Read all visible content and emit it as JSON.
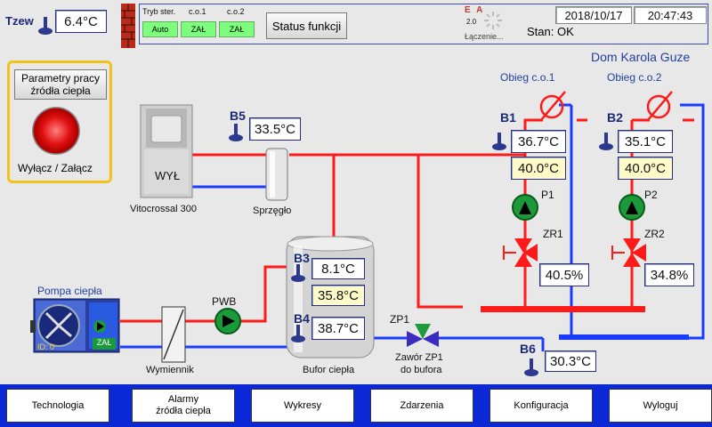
{
  "header": {
    "tzew_label": "Tzew",
    "tzew_value": "6.4°C",
    "mode_header": "Tryb ster.",
    "co1_header": "c.o.1",
    "co2_header": "c.o.2",
    "mode_value": "Auto",
    "co1_value": "ZAŁ",
    "co2_value": "ZAŁ",
    "status_button": "Status funkcji",
    "ea_top": "E A",
    "ea_version": "2.0",
    "connecting": "Łączenie...",
    "state": "Stan: OK",
    "date": "2018/10/17",
    "time": "20:47:43"
  },
  "site_title": "Dom Karola Guze",
  "source_panel": {
    "params_button": "Parametry pracy źródła ciepła",
    "toggle_label": "Wyłącz / Załącz"
  },
  "boiler": {
    "state": "WYŁ",
    "name": "Vitocrossal 300"
  },
  "coupler_label": "Sprzęgło",
  "sensors": {
    "b5": {
      "tag": "B5",
      "value": "33.5°C"
    },
    "b3": {
      "tag": "B3",
      "value": "8.1°C",
      "setpoint": "35.8°C"
    },
    "b4": {
      "tag": "B4",
      "value": "38.7°C"
    },
    "b1": {
      "tag": "B1",
      "value": "36.7°C",
      "setpoint": "40.0°C"
    },
    "b2": {
      "tag": "B2",
      "value": "35.1°C",
      "setpoint": "40.0°C"
    },
    "b6": {
      "tag": "B6",
      "value": "30.3°C"
    }
  },
  "circuits": {
    "c1": {
      "title": "Obieg c.o.1",
      "pump": "P1",
      "valve": "ZR1",
      "valve_pct": "40.5%"
    },
    "c2": {
      "title": "Obieg c.o.2",
      "pump": "P2",
      "valve": "ZR2",
      "valve_pct": "34.8%"
    }
  },
  "buffer_label": "Bufor ciepła",
  "heat_pump": {
    "title": "Pompa ciepła",
    "id": "ID: 0",
    "state": "ZAŁ"
  },
  "pwb_label": "PWB",
  "exchanger_label": "Wymiennik",
  "zp1": {
    "tag": "ZP1",
    "label_line1": "Zawór ZP1",
    "label_line2": "do bufora"
  },
  "nav": {
    "technologia": "Technologia",
    "alarmy_l1": "Alarmy",
    "alarmy_l2": "źródła ciepła",
    "wykresy": "Wykresy",
    "zdarzenia": "Zdarzenia",
    "konfiguracja": "Konfiguracja",
    "wyloguj": "Wyloguj"
  },
  "colors": {
    "supply": "#ff1a1a",
    "return": "#1a3cff",
    "nav_bg": "#0a28d6",
    "pump_green": "#1a9a3a"
  }
}
